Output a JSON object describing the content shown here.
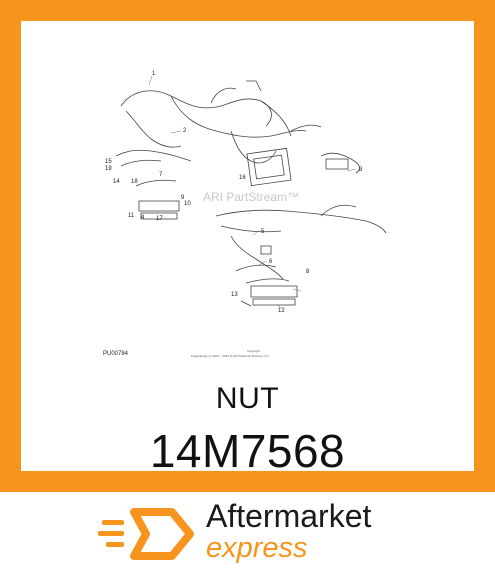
{
  "diagram": {
    "figure_id": "PU00784",
    "watermark": "ARI PartStream™",
    "copyright": "Copyright",
    "copyright_line": "Pagaoatings (c) 2001 - 2019 by ARI Network Services, Inc.",
    "callouts": [
      "1",
      "2",
      "3",
      "4",
      "5",
      "6",
      "7",
      "8",
      "9",
      "10",
      "11",
      "12",
      "13",
      "14",
      "15",
      "16",
      "17",
      "18",
      "19"
    ]
  },
  "product": {
    "name": "NUT",
    "part_number": "14M7568"
  },
  "brand": {
    "line1": "Aftermarket",
    "line2": "express",
    "accent_color": "#F7941D",
    "icon": "hexagon-speed-icon"
  }
}
